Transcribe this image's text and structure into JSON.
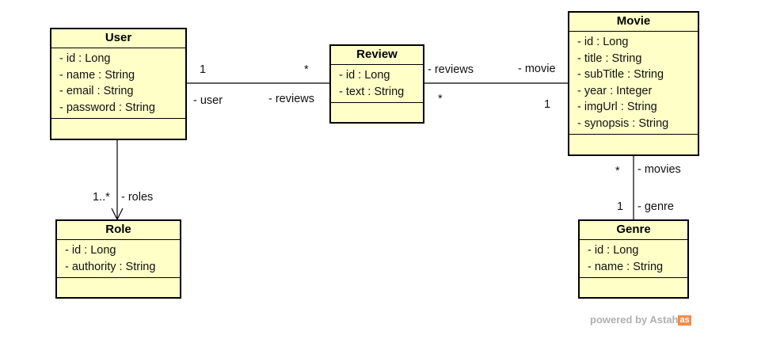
{
  "classes": {
    "user": {
      "name": "User",
      "attributes": [
        "- id : Long",
        "- name : String",
        "- email : String",
        "- password : String"
      ]
    },
    "review": {
      "name": "Review",
      "attributes": [
        "- id : Long",
        "- text : String"
      ]
    },
    "movie": {
      "name": "Movie",
      "attributes": [
        "- id : Long",
        "- title : String",
        "- subTitle : String",
        "- year : Integer",
        "- imgUrl : String",
        "- synopsis : String"
      ]
    },
    "role": {
      "name": "Role",
      "attributes": [
        "- id : Long",
        "- authority : String"
      ]
    },
    "genre": {
      "name": "Genre",
      "attributes": [
        "- id : Long",
        "- name : String"
      ]
    }
  },
  "associations": {
    "user_review": {
      "user_mult": "1",
      "user_role": "- user",
      "review_mult": "*",
      "review_role": "- reviews"
    },
    "review_movie": {
      "review_role": "- reviews",
      "review_mult": "*",
      "movie_role": "- movie",
      "movie_mult": "1"
    },
    "user_role": {
      "mult": "1..*",
      "role": "- roles"
    },
    "movie_genre": {
      "movie_mult": "*",
      "movie_role": "- movies",
      "genre_mult": "1",
      "genre_role": "- genre"
    }
  },
  "watermark": {
    "text": "powered by Astah",
    "logo": "as"
  },
  "colors": {
    "class_fill": "#ffffc8",
    "border": "#000000",
    "watermark": "#b0b0b0",
    "logo": "#f28c48"
  }
}
